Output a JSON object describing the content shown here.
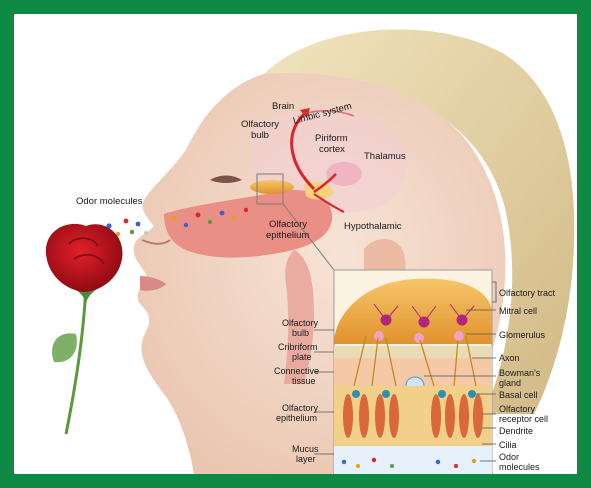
{
  "head_labels": {
    "brain": "Brain",
    "limbic_system": "Limbic system",
    "olfactory_bulb": [
      "Olfactory",
      "bulb"
    ],
    "piriform_cortex": [
      "Piriform",
      "cortex"
    ],
    "thalamus": "Thalamus",
    "hypothalamic": "Hypothalamic",
    "olfactory_epithelium": [
      "Olfactory",
      "epithelium"
    ],
    "odor_molecules": "Odor molecules"
  },
  "inset_left_labels": {
    "olfactory_bulb": [
      "Olfactory",
      "bulb"
    ],
    "cribriform_plate": [
      "Cribriform",
      "plate"
    ],
    "connective_tissue": [
      "Connective",
      "tissue"
    ],
    "olfactory_epithelium": [
      "Olfactory",
      "epithelium"
    ],
    "mucus_layer": [
      "Mucus",
      "layer"
    ]
  },
  "inset_right_labels": {
    "olfactory_tract": "Olfactory tract",
    "mitral_cell": "Mitral cell",
    "glomerulus": "Glomerulus",
    "axon": "Axon",
    "bowmans_gland": [
      "Bowman's",
      "gland"
    ],
    "basal_cell": "Basal cell",
    "olfactory_receptor_cell": [
      "Olfactory",
      "receptor cell"
    ],
    "dendrite": "Dendrite",
    "cilia": "Cilia",
    "odor_molecules": [
      "Odor",
      "molecules"
    ]
  },
  "colors": {
    "frame": "#0f8a45",
    "skin": "#f2d6c4",
    "nasal_cavity": "#e98f86",
    "hair": "#e6d3a3",
    "rose": "#c0131d",
    "pathway_arrow": "#d8262b",
    "bulb": "#f0b04a",
    "neuron": "#b0267a"
  }
}
